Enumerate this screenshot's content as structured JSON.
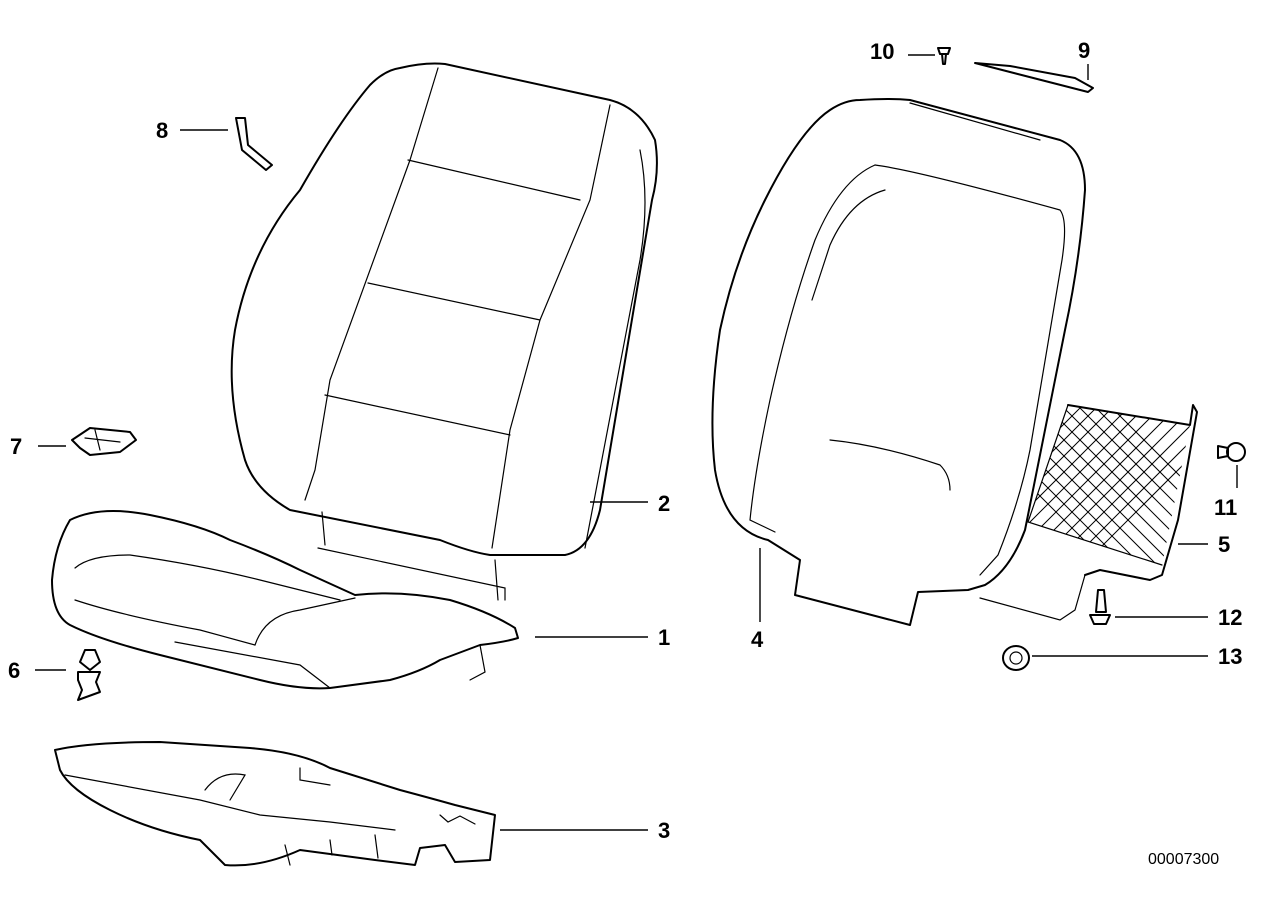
{
  "callouts": {
    "c1": "1",
    "c2": "2",
    "c3": "3",
    "c4": "4",
    "c5": "5",
    "c6": "6",
    "c7": "7",
    "c8": "8",
    "c9": "9",
    "c10": "10",
    "c11": "11",
    "c12": "12",
    "c13": "13"
  },
  "reference_number": "00007300"
}
